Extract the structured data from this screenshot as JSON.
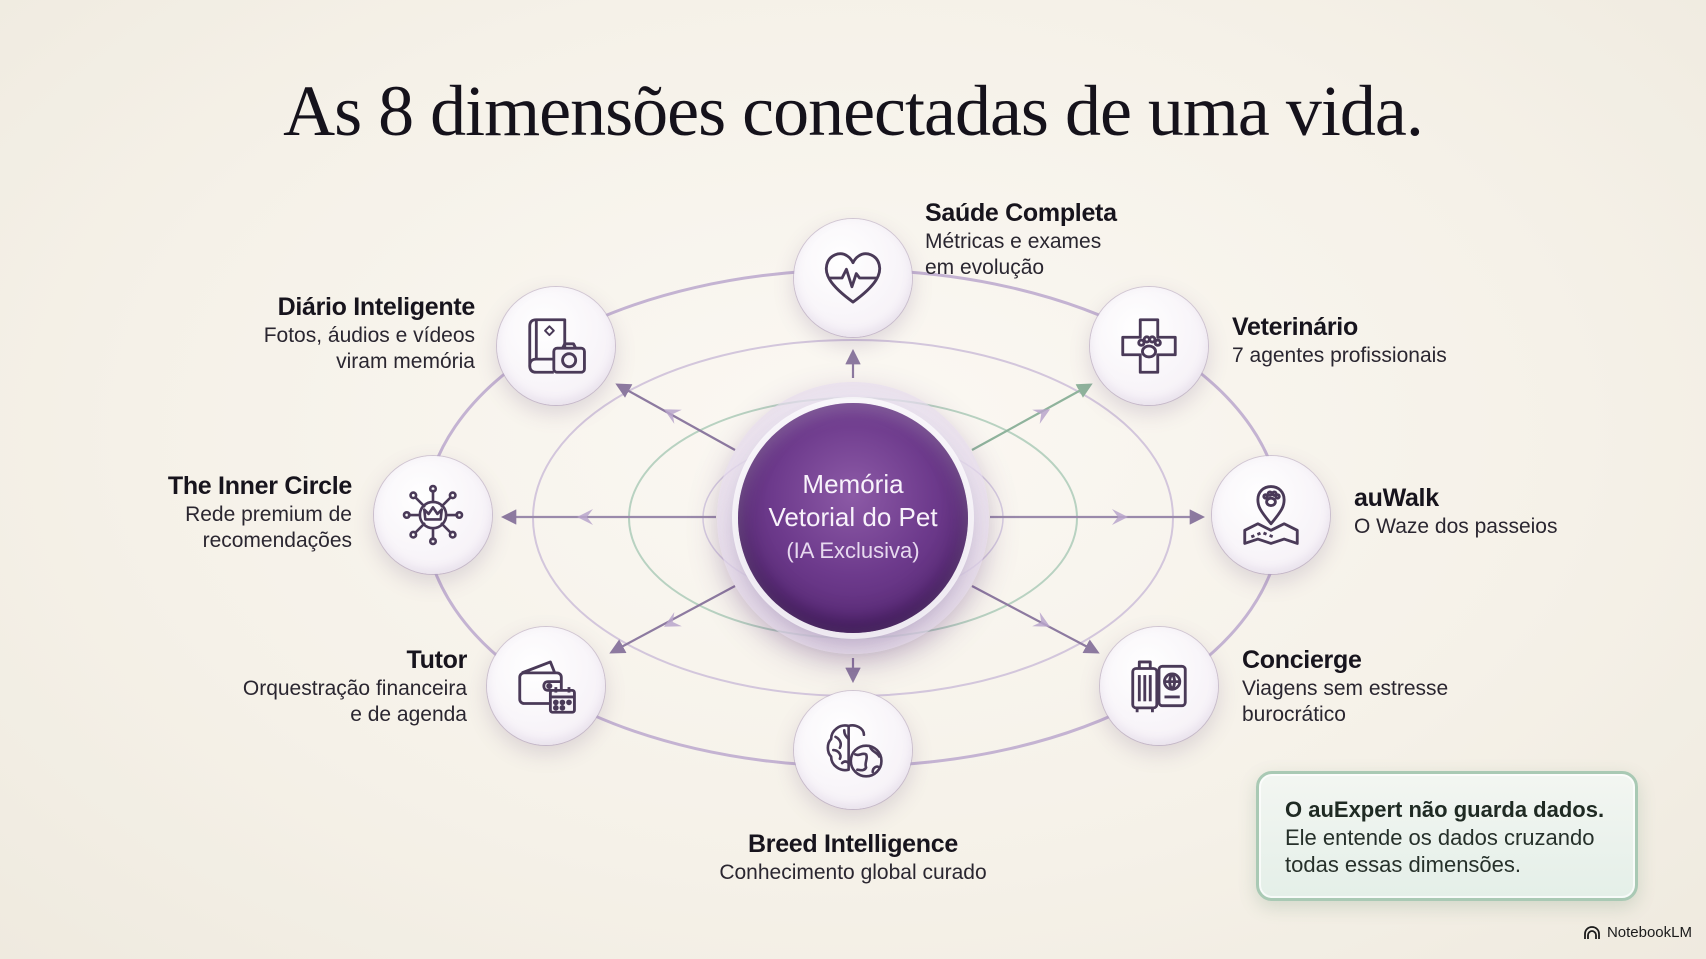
{
  "title": "As 8 dimensões conectadas de uma vida.",
  "center": {
    "line1": "Memória",
    "line2": "Vetorial do Pet",
    "line3": "(IA Exclusiva)"
  },
  "dimensions": {
    "saude": {
      "title": "Saúde Completa",
      "line1": "Métricas e exames",
      "line2": "em evolução",
      "icon": "heartbeat-icon"
    },
    "veterinario": {
      "title": "Veterinário",
      "line1": "7 agentes profissionais",
      "icon": "medical-cross-paw-icon"
    },
    "auwalk": {
      "title": "auWalk",
      "line1": "O Waze dos passeios",
      "icon": "map-pin-paw-icon"
    },
    "concierge": {
      "title": "Concierge",
      "line1": "Viagens sem estresse",
      "line2": "burocrático",
      "icon": "luggage-passport-icon"
    },
    "breed": {
      "title": "Breed Intelligence",
      "line1": "Conhecimento global curado",
      "icon": "brain-globe-icon"
    },
    "tutor": {
      "title": "Tutor",
      "line1": "Orquestração financeira",
      "line2": "e de agenda",
      "icon": "wallet-calendar-icon"
    },
    "inner": {
      "title": "The Inner Circle",
      "line1": "Rede premium de",
      "line2": "recomendações",
      "icon": "crown-network-icon"
    },
    "diario": {
      "title": "Diário Inteligente",
      "line1": "Fotos, áudios e vídeos",
      "line2": "viram memória",
      "icon": "book-camera-icon"
    }
  },
  "callout": {
    "bold": "O auExpert não guarda dados.",
    "line1": "Ele entende os dados cruzando",
    "line2": "todas essas dimensões."
  },
  "brand": "NotebookLM",
  "colors": {
    "primary_purple": "#5a2b78",
    "orbit": "#b8a3c7",
    "orbit_green": "#9fc5ad",
    "icon_stroke": "#4a3a58"
  }
}
